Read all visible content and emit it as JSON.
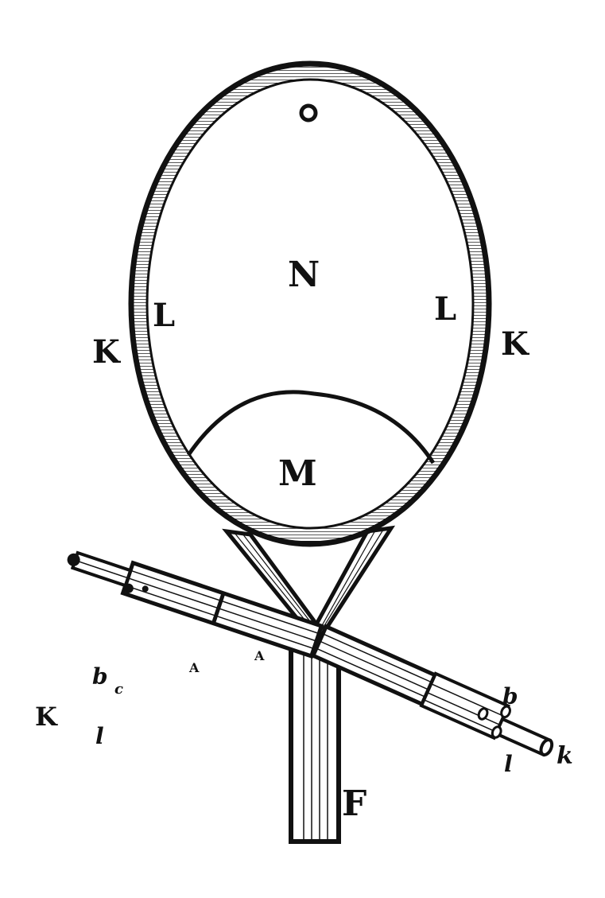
{
  "diagram": {
    "labels": {
      "top_o": "O",
      "center": "N",
      "left_inner": "L",
      "right_inner": "L",
      "left_outer": "K",
      "right_outer": "K",
      "bottom_chamber": "M",
      "stem": "F",
      "left_tube_a": "A",
      "right_tube_a": "A",
      "left_b": "b",
      "left_l": "l",
      "left_k": "K",
      "left_c": "c",
      "right_b": "b",
      "right_l": "l",
      "right_k": "k"
    },
    "colors": {
      "ink": "#111111",
      "paper": "#ffffff"
    }
  }
}
